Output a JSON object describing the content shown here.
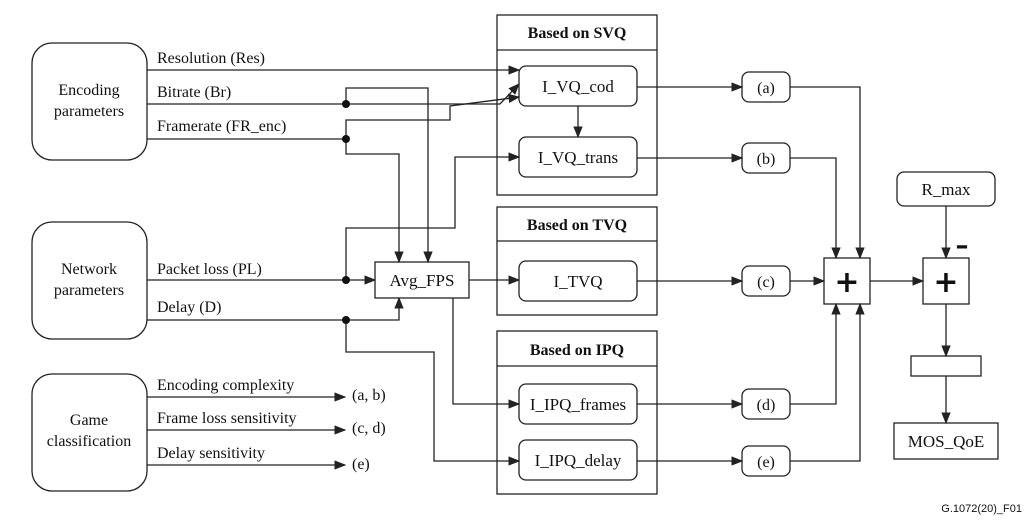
{
  "inputs": {
    "encoding": {
      "label_line1": "Encoding",
      "label_line2": "parameters"
    },
    "network": {
      "label_line1": "Network",
      "label_line2": "parameters"
    },
    "game": {
      "label_line1": "Game",
      "label_line2": "classification"
    }
  },
  "signals": {
    "resolution": "Resolution (Res)",
    "bitrate": "Bitrate (Br)",
    "framerate": "Framerate (FR_enc)",
    "packet_loss": "Packet loss (PL)",
    "delay": "Delay (D)",
    "encoding_complexity": "Encoding complexity",
    "frame_loss_sensitivity": "Frame loss sensitivity",
    "delay_sensitivity": "Delay sensitivity"
  },
  "targets": {
    "ab": "(a, b)",
    "cd": "(c, d)",
    "e": "(e)"
  },
  "groups": {
    "svq": "Based on SVQ",
    "tvq": "Based on TVQ",
    "ipq": "Based on IPQ"
  },
  "modules": {
    "avg_fps": "Avg_FPS",
    "i_vq_cod": "I_VQ_cod",
    "i_vq_trans": "I_VQ_trans",
    "i_tvq": "I_TVQ",
    "i_ipq_frames": "I_IPQ_frames",
    "i_ipq_delay": "I_IPQ_delay",
    "r_max": "R_max",
    "mos_qoe": "MOS_QoE"
  },
  "outputs": {
    "a": "(a)",
    "b": "(b)",
    "c": "(c)",
    "d": "(d)",
    "e": "(e)"
  },
  "operators": {
    "sum": "+",
    "sum2": "+",
    "minus": "–"
  },
  "footer": "G.1072(20)_F01"
}
